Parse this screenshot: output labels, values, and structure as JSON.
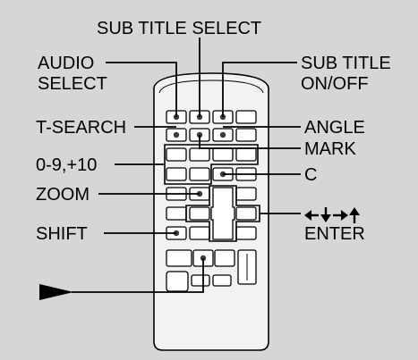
{
  "labels": {
    "sub_title_select": "SUB TITLE SELECT",
    "audio_select_1": "AUDIO",
    "audio_select_2": "SELECT",
    "sub_title_onoff_1": "SUB TITLE",
    "sub_title_onoff_2": "ON/OFF",
    "t_search": "T-SEARCH",
    "angle": "ANGLE",
    "mark": "MARK",
    "digits": "0-9,+10",
    "c": "C",
    "zoom": "ZOOM",
    "enter": "ENTER",
    "shift": "SHIFT"
  },
  "icons": {
    "play": "play-triangle-icon",
    "arrows": "four-direction-arrows-icon"
  },
  "colors": {
    "background": "#d6d6d6",
    "remote_body": "#f2f2f2",
    "button_fill": "#ffffff",
    "dark_button": "#3a3a3a",
    "line": "#000000"
  }
}
